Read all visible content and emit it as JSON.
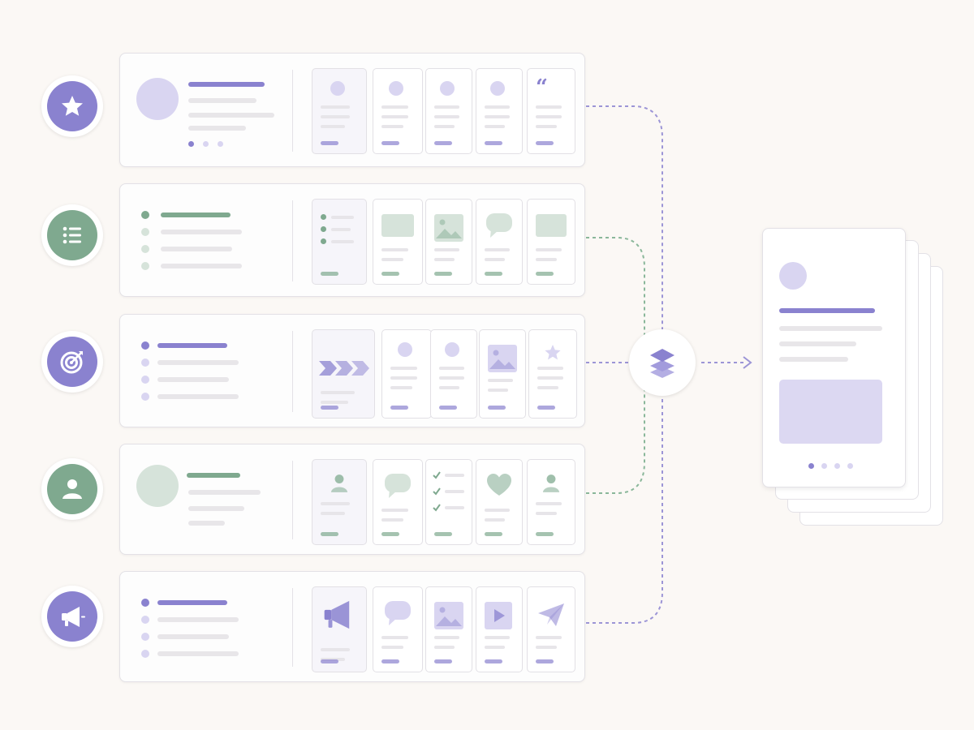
{
  "colors": {
    "background": "#fbf8f5",
    "purple": "#8a82cf",
    "purple_light": "#d9d5f1",
    "green": "#7fa98f",
    "green_light": "#d6e3da",
    "gray_line": "#e8e6e9",
    "connector_purple": "#9c95d6",
    "connector_green": "#8ab79a"
  },
  "icons": {
    "row1": "star-icon",
    "row2": "list-icon",
    "row3": "target-icon",
    "row4": "user-icon",
    "row5": "megaphone-icon",
    "hub": "layers-icon"
  },
  "rows": [
    {
      "id": "row1",
      "accent": "purple",
      "icon": "star-icon",
      "summary": "avatar",
      "thumbnails": [
        "avatar",
        "avatar",
        "avatar",
        "avatar",
        "quote"
      ]
    },
    {
      "id": "row2",
      "accent": "green",
      "icon": "list-icon",
      "summary": "list",
      "thumbnails": [
        "list",
        "block",
        "image",
        "chat",
        "block"
      ]
    },
    {
      "id": "row3",
      "accent": "purple",
      "icon": "target-icon",
      "summary": "list",
      "thumbnails": [
        "chevrons",
        "avatar",
        "avatar",
        "image",
        "star"
      ]
    },
    {
      "id": "row4",
      "accent": "green",
      "icon": "user-icon",
      "summary": "avatar",
      "thumbnails": [
        "user",
        "chat",
        "checklist",
        "heart",
        "user"
      ]
    },
    {
      "id": "row5",
      "accent": "purple",
      "icon": "megaphone-icon",
      "summary": "list",
      "thumbnails": [
        "megaphone",
        "chat",
        "image",
        "play",
        "send"
      ]
    }
  ],
  "output": {
    "pagination_dots": 4,
    "active_dot": 1
  }
}
